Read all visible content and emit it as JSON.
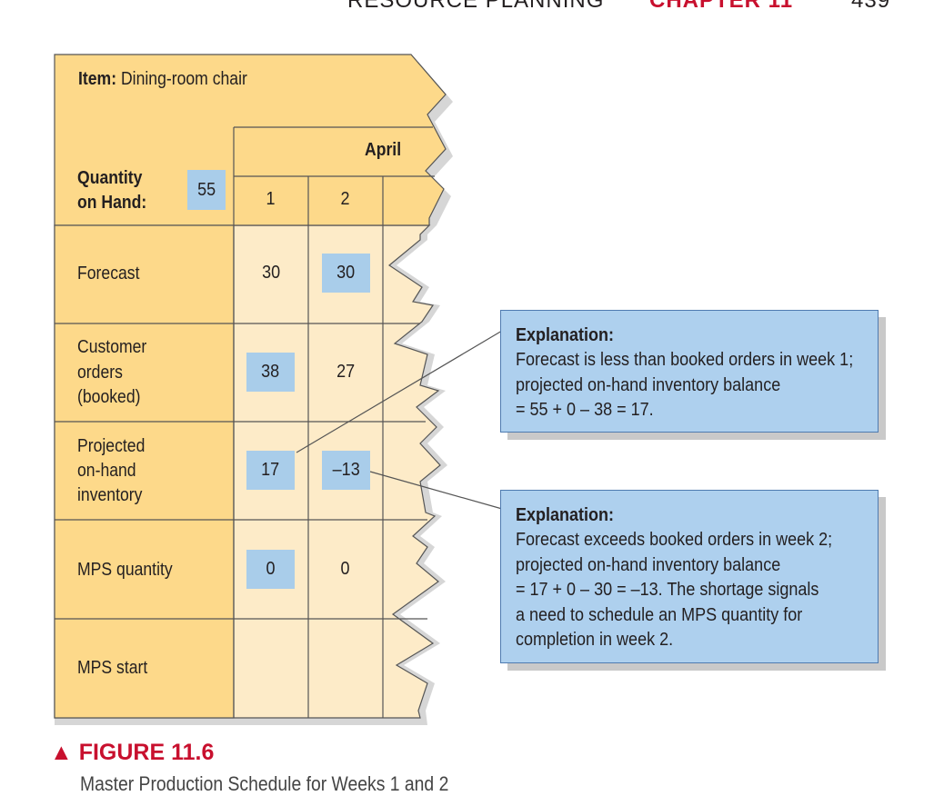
{
  "header": {
    "running_title": "RESOURCE PLANNING",
    "chapter": "CHAPTER 11",
    "page_number": "439"
  },
  "table": {
    "item_label": "Item:",
    "item_value": "Dining-room chair",
    "quantity_label_line1": "Quantity",
    "quantity_label_line2": "on Hand:",
    "quantity_on_hand": "55",
    "month": "April",
    "weeks": [
      "1",
      "2"
    ],
    "rows": {
      "forecast": {
        "label": "Forecast",
        "values": [
          "30",
          "30"
        ]
      },
      "customer_orders": {
        "label_lines": [
          "Customer",
          "orders",
          "(booked)"
        ],
        "values": [
          "38",
          "27"
        ]
      },
      "projected_on_hand": {
        "label_lines": [
          "Projected",
          "on-hand",
          "inventory"
        ],
        "values": [
          "17",
          "–13"
        ]
      },
      "mps_quantity": {
        "label": "MPS quantity",
        "values": [
          "0",
          "0"
        ]
      },
      "mps_start": {
        "label": "MPS start",
        "values": [
          "",
          ""
        ]
      }
    }
  },
  "explanations": [
    {
      "title": "Explanation:",
      "lines": [
        "Forecast is less than booked orders in week 1;",
        "projected on-hand inventory balance",
        "= 55 + 0 – 38 = 17."
      ]
    },
    {
      "title": "Explanation:",
      "lines": [
        "Forecast exceeds booked orders in week 2;",
        "projected on-hand inventory balance",
        "= 17 + 0 – 30 = –13. The shortage signals",
        "a need to schedule an MPS quantity for",
        "completion in week 2."
      ]
    }
  ],
  "figure": {
    "label": "▲ FIGURE 11.6",
    "caption": "Master Production Schedule for Weeks 1 and 2"
  },
  "colors": {
    "header_fill": "#fdd98a",
    "cell_fill": "#fdebc8",
    "highlight": "#a9cdea",
    "explanation_fill": "#aed0ee",
    "accent_red": "#c8102e"
  }
}
